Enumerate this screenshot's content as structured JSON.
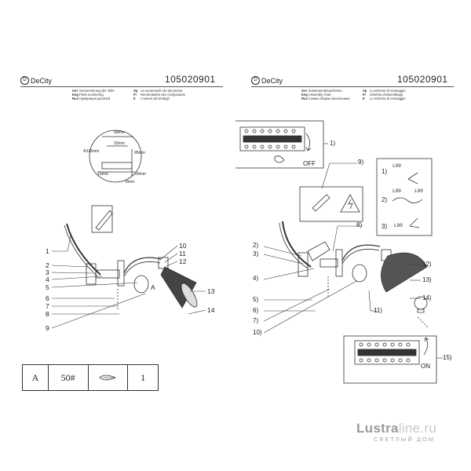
{
  "brand": "DeCity",
  "article": "105020901",
  "left_header": [
    {
      "code": "Ger",
      "text": "Nummerierung der Teile"
    },
    {
      "code": "Eng",
      "text": "Parts numbering"
    },
    {
      "code": "Rus",
      "text": "Нумерация деталей"
    }
  ],
  "left_header_2": [
    {
      "code": "Sp",
      "text": "La numeración de las piezas"
    },
    {
      "code": "Fr",
      "text": "Numérotation des composants"
    },
    {
      "code": "It",
      "text": "I numeri dei dettagli"
    }
  ],
  "right_header": [
    {
      "code": "Ger",
      "text": "Zusammenbauschema"
    },
    {
      "code": "Eng",
      "text": "Assembly chart"
    },
    {
      "code": "Rus",
      "text": "Схема сборки светильника"
    }
  ],
  "right_header_2": [
    {
      "code": "Sp",
      "text": "Lo schema di montaggio"
    },
    {
      "code": "Fr",
      "text": "Schéma d'assemblage"
    },
    {
      "code": "It",
      "text": "Lo schema di montaggio"
    }
  ],
  "dimensions": {
    "d1": "68mm",
    "d2": "32mm",
    "d3": "Φ116mm",
    "d4": "95mm",
    "d5": "10mm",
    "d6": "20mm",
    "d7": "8mm"
  },
  "left_labels_a": [
    "1",
    "2",
    "3",
    "4",
    "5",
    "6",
    "7",
    "8",
    "9"
  ],
  "left_labels_b": [
    "10",
    "11",
    "12",
    "13",
    "14"
  ],
  "left_callout_A": "A",
  "right_labels_a": [
    "2)",
    "3)",
    "4)",
    "5)",
    "6)",
    "7)",
    "10)"
  ],
  "right_labels_b": [
    "12)",
    "13)",
    "14)",
    "15)"
  ],
  "right_label_1": "1)",
  "right_label_8": "8)",
  "right_label_9": "9)",
  "right_label_11": "11)",
  "switch_off": "OFF",
  "switch_on": "ON",
  "wiring": {
    "step1": "1)",
    "step2": "2)",
    "step3": "3)",
    "l00": "L00",
    "l00_b": "L00",
    "l00_c": "L00",
    "l00_d": "L00"
  },
  "parts_table": {
    "col1": "A",
    "col2": "50#",
    "col4": "1"
  },
  "watermark": {
    "main": "Lustra",
    "accent": "line.ru",
    "sub": "СВЕТЛЫЙ ДОМ"
  }
}
